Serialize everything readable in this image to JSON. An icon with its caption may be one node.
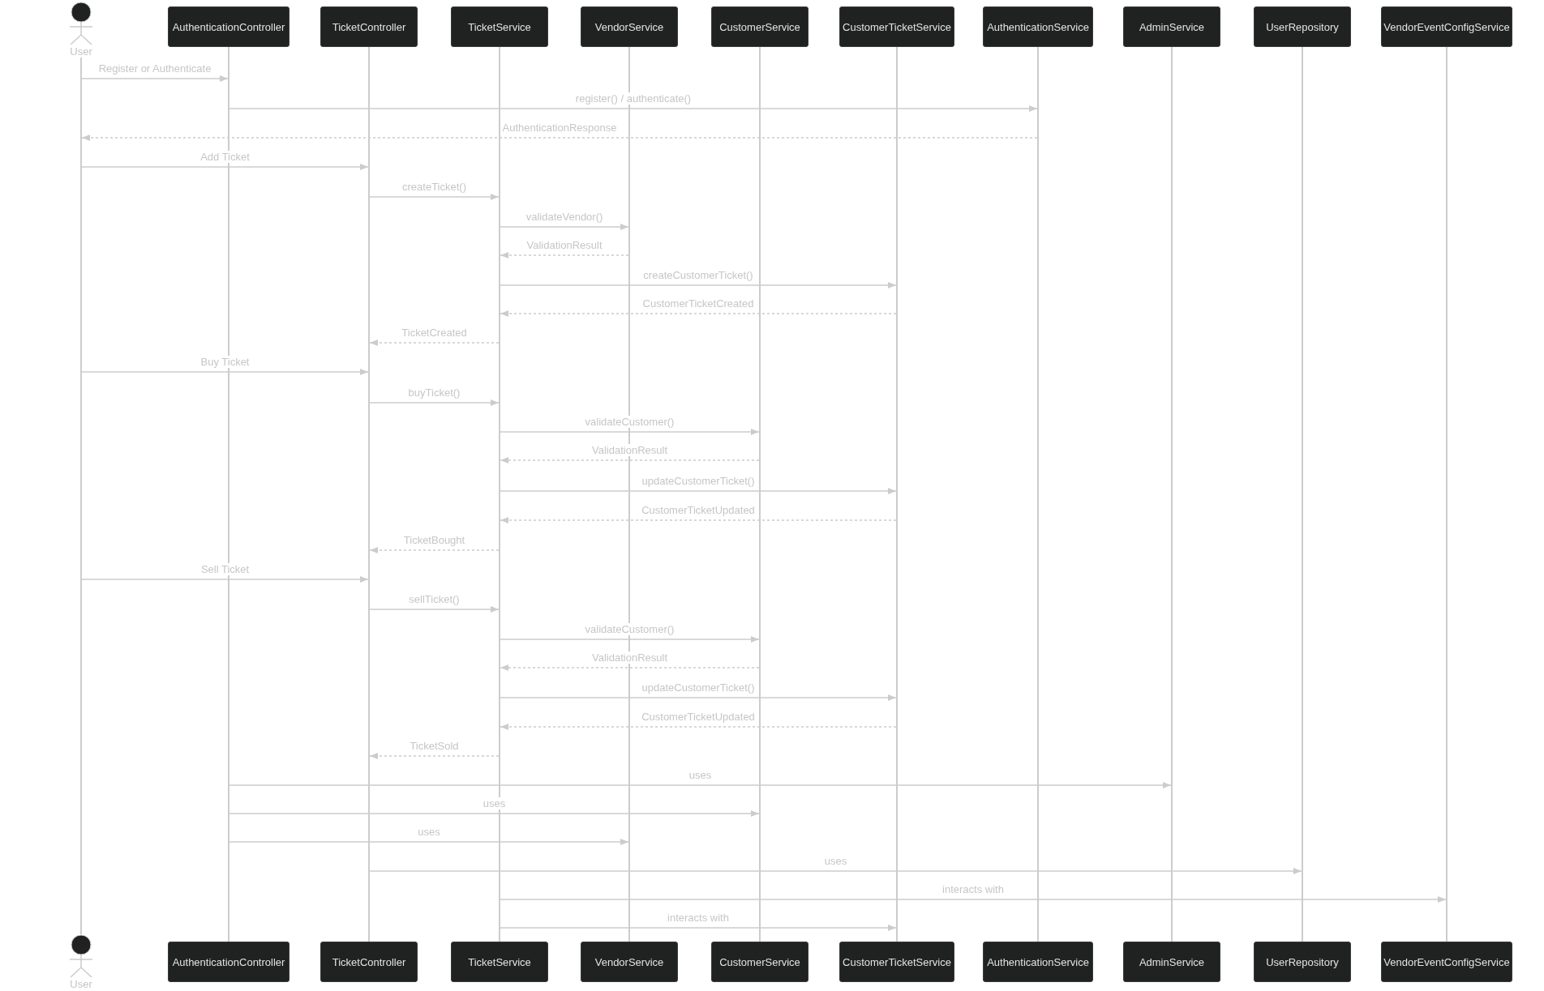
{
  "diagram": {
    "nodes": [
      {
        "text": [
          "User"
        ]
      },
      {
        "text": [
          "AuthenticationController"
        ]
      },
      {
        "text": [
          "TicketController"
        ]
      },
      {
        "text": [
          "TicketService"
        ]
      },
      {
        "text": [
          "VendorService"
        ]
      },
      {
        "text": [
          "CustomerService"
        ]
      },
      {
        "text": [
          "CustomerTicketService"
        ]
      },
      {
        "text": [
          "AuthenticationService"
        ]
      },
      {
        "text": [
          "AdminService"
        ]
      },
      {
        "text": [
          "UserRepository"
        ]
      },
      {
        "text": [
          "VendorEventConfigService"
        ]
      },
      {
        "text": [],
        "shape": "line"
      },
      {
        "text": [],
        "shape": "line"
      },
      {
        "text": [],
        "shape": "line"
      },
      {
        "text": [],
        "shape": "line"
      },
      {
        "text": [],
        "shape": "line"
      },
      {
        "text": [],
        "shape": "line"
      },
      {
        "text": [],
        "shape": "line"
      },
      {
        "text": [],
        "shape": "line"
      },
      {
        "text": [],
        "shape": "line"
      },
      {
        "text": [],
        "shape": "line"
      },
      {
        "text": [],
        "shape": "line"
      },
      {
        "text": [
          "User"
        ]
      },
      {
        "text": [
          "AuthenticationController"
        ]
      },
      {
        "text": [
          "TicketController"
        ]
      },
      {
        "text": [
          "TicketService"
        ]
      },
      {
        "text": [
          "VendorService"
        ]
      },
      {
        "text": [
          "CustomerService"
        ]
      },
      {
        "text": [
          "CustomerTicketService"
        ]
      },
      {
        "text": [
          "AuthenticationService"
        ]
      },
      {
        "text": [
          "AdminService"
        ]
      },
      {
        "text": [
          "UserRepository"
        ]
      },
      {
        "text": [
          "VendorEventConfigService"
        ]
      }
    ],
    "edges": [
      {
        "from": 11,
        "to": 12,
        "arrow": "to",
        "label": "Register or Authenticate"
      },
      {
        "from": 12,
        "to": 18,
        "arrow": "to",
        "label": "register() / authenticate()"
      },
      {
        "from": 18,
        "to": 11,
        "arrow": "to",
        "label": "AuthenticationResponse",
        "style": "dashed"
      },
      {
        "from": 11,
        "to": 13,
        "arrow": "to",
        "label": "Add Ticket"
      },
      {
        "from": 13,
        "to": 14,
        "arrow": "to",
        "label": "createTicket()"
      },
      {
        "from": 14,
        "to": 15,
        "arrow": "to",
        "label": "validateVendor()"
      },
      {
        "from": 15,
        "to": 14,
        "arrow": "to",
        "label": "ValidationResult",
        "style": "dashed"
      },
      {
        "from": 14,
        "to": 17,
        "arrow": "to",
        "label": "createCustomerTicket()"
      },
      {
        "from": 17,
        "to": 14,
        "arrow": "to",
        "label": "CustomerTicketCreated",
        "style": "dashed"
      },
      {
        "from": 14,
        "to": 13,
        "arrow": "to",
        "label": "TicketCreated",
        "style": "dashed"
      },
      {
        "from": 11,
        "to": 13,
        "arrow": "to",
        "label": "Buy Ticket"
      },
      {
        "from": 13,
        "to": 14,
        "arrow": "to",
        "label": "buyTicket()"
      },
      {
        "from": 14,
        "to": 16,
        "arrow": "to",
        "label": "validateCustomer()"
      },
      {
        "from": 16,
        "to": 14,
        "arrow": "to",
        "label": "ValidationResult",
        "style": "dashed"
      },
      {
        "from": 14,
        "to": 17,
        "arrow": "to",
        "label": "updateCustomerTicket()"
      },
      {
        "from": 17,
        "to": 14,
        "arrow": "to",
        "label": "CustomerTicketUpdated",
        "style": "dashed"
      },
      {
        "from": 14,
        "to": 13,
        "arrow": "to",
        "label": "TicketBought",
        "style": "dashed"
      },
      {
        "from": 11,
        "to": 13,
        "arrow": "to",
        "label": "Sell Ticket"
      },
      {
        "from": 13,
        "to": 14,
        "arrow": "to",
        "label": "sellTicket()"
      },
      {
        "from": 14,
        "to": 16,
        "arrow": "to",
        "label": "validateCustomer()"
      },
      {
        "from": 16,
        "to": 14,
        "arrow": "to",
        "label": "ValidationResult",
        "style": "dashed"
      },
      {
        "from": 14,
        "to": 17,
        "arrow": "to",
        "label": "updateCustomerTicket()"
      },
      {
        "from": 17,
        "to": 14,
        "arrow": "to",
        "label": "CustomerTicketUpdated",
        "style": "dashed"
      },
      {
        "from": 14,
        "to": 13,
        "arrow": "to",
        "label": "TicketSold",
        "style": "dashed"
      },
      {
        "from": 12,
        "to": 19,
        "arrow": "to",
        "label": "uses"
      },
      {
        "from": 12,
        "to": 16,
        "arrow": "to",
        "label": "uses"
      },
      {
        "from": 12,
        "to": 15,
        "arrow": "to",
        "label": "uses"
      },
      {
        "from": 13,
        "to": 20,
        "arrow": "to",
        "label": "uses"
      },
      {
        "from": 14,
        "to": 21,
        "arrow": "to",
        "label": "interacts with"
      },
      {
        "from": 14,
        "to": 17,
        "arrow": "to",
        "label": "interacts with"
      }
    ]
  }
}
